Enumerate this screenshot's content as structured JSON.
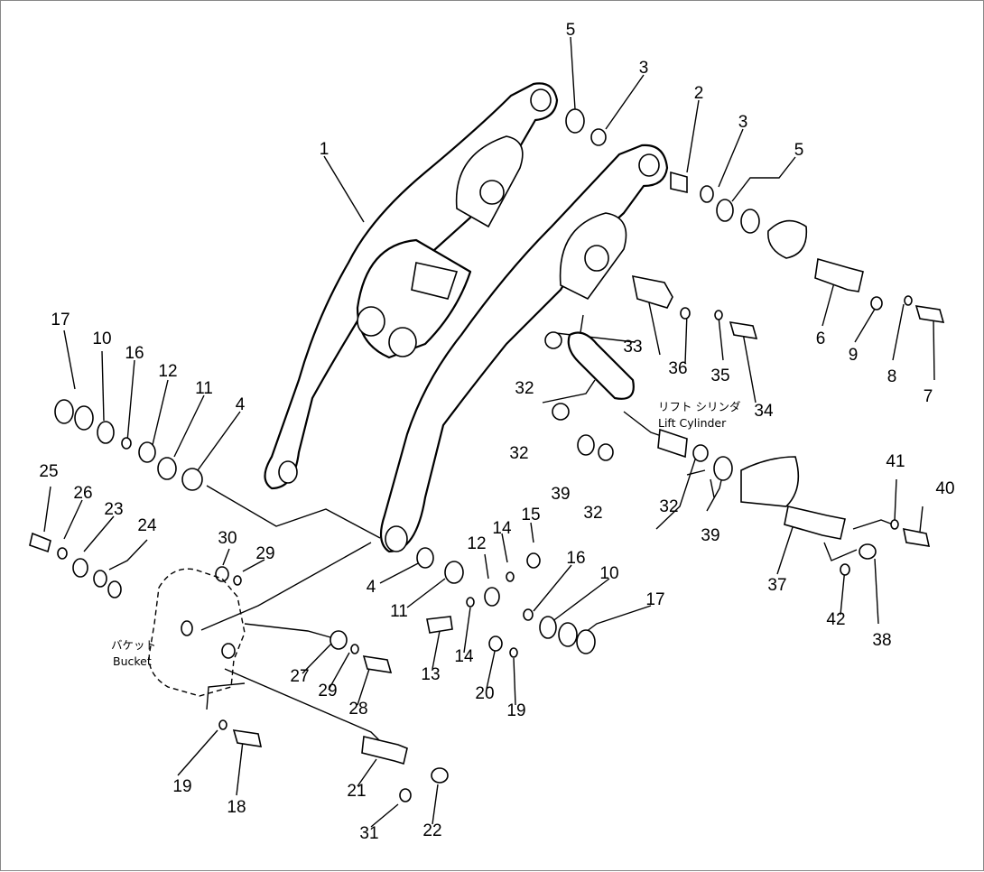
{
  "labels": {
    "lift_cylinder_jp": "リフト シリンダ",
    "lift_cylinder_en": "Lift Cylinder",
    "bucket_jp": "バケット",
    "bucket_en": "Bucket"
  },
  "part_numbers": [
    "1",
    "2",
    "3",
    "3",
    "4",
    "4",
    "5",
    "5",
    "6",
    "7",
    "8",
    "9",
    "10",
    "10",
    "11",
    "11",
    "12",
    "12",
    "13",
    "14",
    "14",
    "15",
    "16",
    "16",
    "17",
    "17",
    "18",
    "19",
    "19",
    "20",
    "21",
    "22",
    "23",
    "24",
    "25",
    "26",
    "27",
    "28",
    "29",
    "29",
    "30",
    "31",
    "32",
    "32",
    "32",
    "32",
    "33",
    "34",
    "35",
    "36",
    "37",
    "38",
    "39",
    "39",
    "40",
    "41",
    "42"
  ]
}
